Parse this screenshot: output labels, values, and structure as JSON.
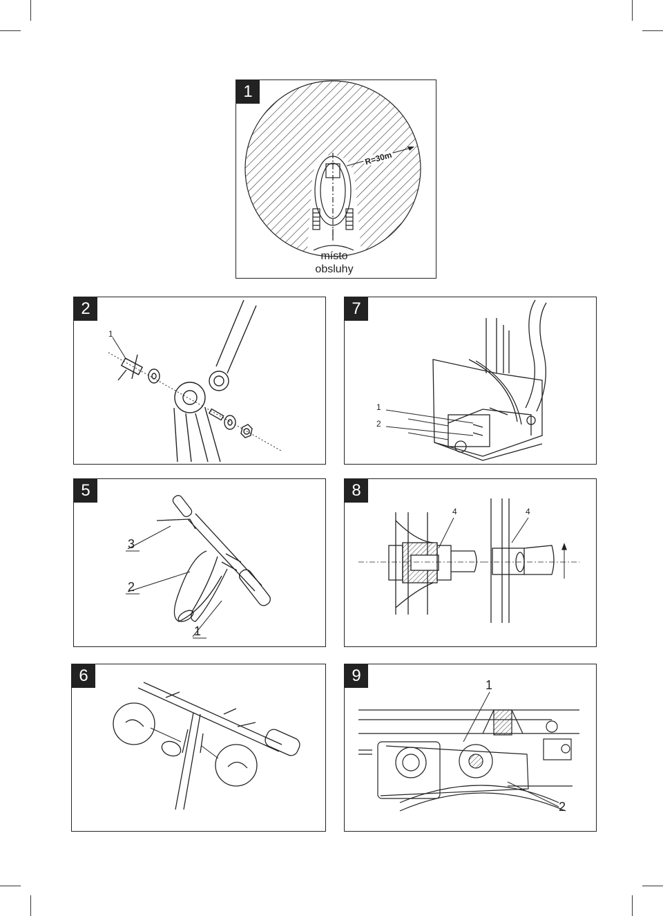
{
  "figures": [
    {
      "number": "1",
      "radius_label": "R=30m",
      "caption_line1": "místo",
      "caption_line2": "obsluhy"
    },
    {
      "number": "2",
      "callouts": [
        "1"
      ]
    },
    {
      "number": "7",
      "callouts": [
        "1",
        "2"
      ]
    },
    {
      "number": "5",
      "callouts": [
        "3",
        "2",
        "1"
      ]
    },
    {
      "number": "8",
      "callouts": [
        "4",
        "4"
      ]
    },
    {
      "number": "6"
    },
    {
      "number": "9",
      "callouts": [
        "1",
        "2"
      ]
    }
  ]
}
